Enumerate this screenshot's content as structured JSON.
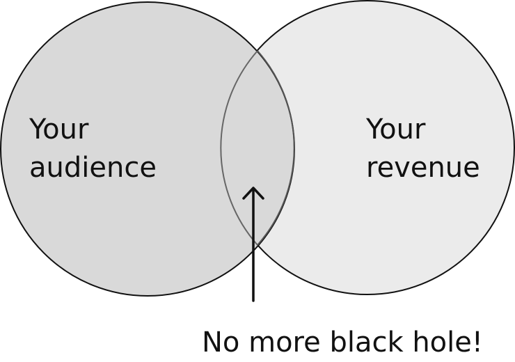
{
  "diagram": {
    "left_set": {
      "label_line1": "Your",
      "label_line2": "audience",
      "fill": "#d9d9d9"
    },
    "right_set": {
      "label_line1": "Your",
      "label_line2": "revenue",
      "fill": "#ebebeb"
    },
    "overlap_fill": "#d6d6d6",
    "outline_color": "#111111",
    "pointer_caption": "No more black hole!"
  }
}
